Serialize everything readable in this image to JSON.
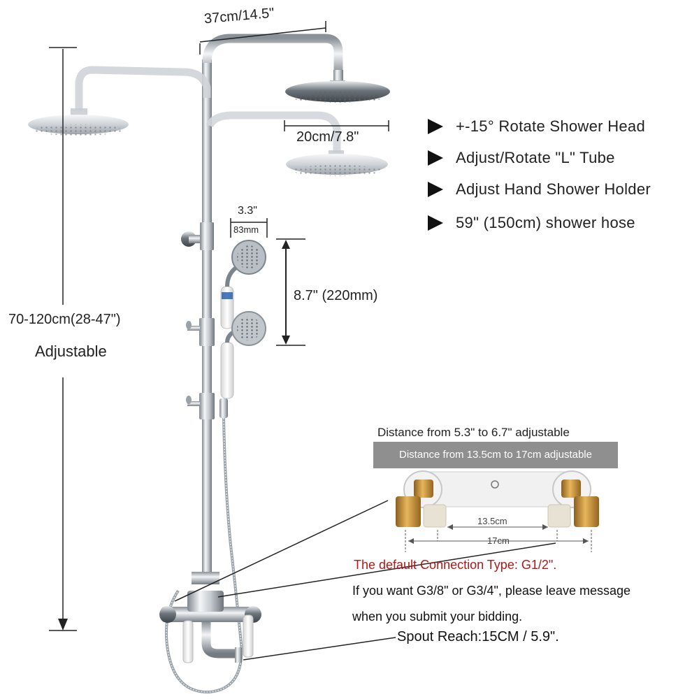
{
  "dimensions": {
    "arm_length": "37cm/14.5\"",
    "head_diameter": "20cm/7.8\"",
    "hand_width_in": "3.3\"",
    "hand_width_mm": "83mm",
    "hand_travel": "8.7\" (220mm)",
    "height_range": "70-120cm(28-47\")",
    "height_adjustable": "Adjustable"
  },
  "features": [
    {
      "label": "+-15° Rotate Shower Head"
    },
    {
      "label": "Adjust/Rotate \"L\" Tube"
    },
    {
      "label": "Adjust Hand Shower Holder"
    },
    {
      "label": "59\" (150cm) shower hose"
    }
  ],
  "connector": {
    "title": "Distance from 5.3\" to 6.7\" adjustable",
    "banner": "Distance from 13.5cm to 17cm adjustable",
    "inner_distance": "13.5cm",
    "outer_distance": "17cm"
  },
  "connection_notes": {
    "default_type": "The default Connection Type: G1/2\".",
    "message_line1": "If you want G3/8\" or G3/4\", please leave message",
    "message_line2": "when you submit your bidding.",
    "spout_reach": "Spout Reach:15CM / 5.9\"."
  },
  "colors": {
    "chrome": "#c9ced3",
    "chrome_dark": "#7d858c",
    "brass": "#c8963e",
    "banner": "#8f8f8f",
    "note_red": "#b01818"
  }
}
